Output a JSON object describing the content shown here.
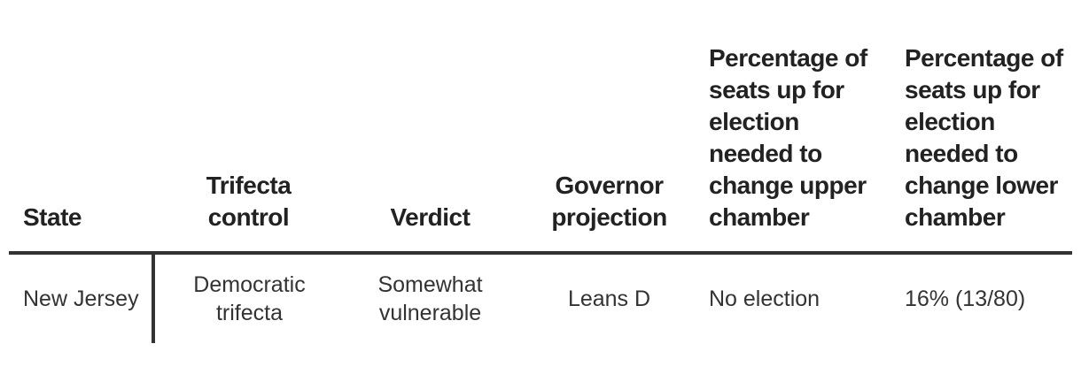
{
  "table": {
    "headers": [
      "State",
      "Trifecta control",
      "Verdict",
      "Governor projection",
      "Percentage of seats up for election needed to change upper chamber",
      "Percentage of seats up for election needed to change lower chamber"
    ],
    "rows": [
      {
        "state": "New Jersey",
        "trifecta": "Democratic trifecta",
        "verdict": "Somewhat vulnerable",
        "governor": "Leans D",
        "upper": "No election",
        "lower": "16% (13/80)"
      }
    ]
  }
}
